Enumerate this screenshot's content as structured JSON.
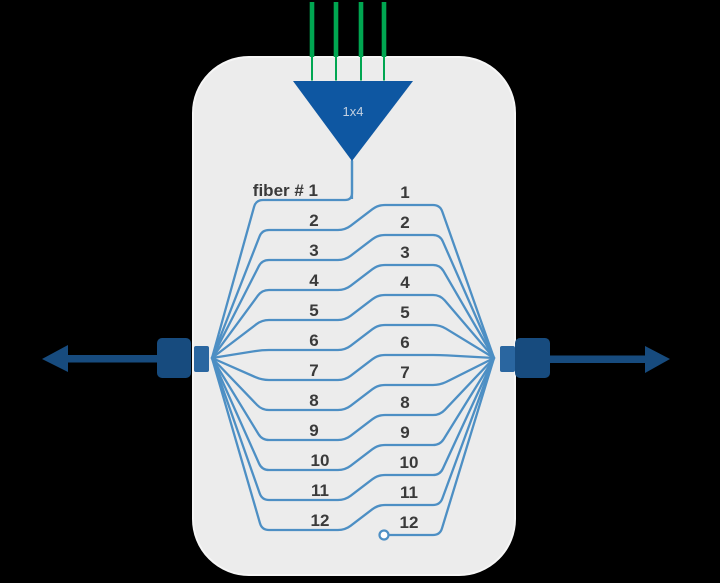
{
  "colors": {
    "background": "#000000",
    "module_fill": "#ececec",
    "module_edge": "#f6f6f6",
    "fiber_line": "#4d8fc4",
    "splitter_fill": "#0e57a2",
    "splitter_label_text": "#c3d0e0",
    "input_fiber_green": "#00a651",
    "connector_blue": "#174b7e",
    "ferrule_blue": "#2a66a0",
    "label_text": "#3a3a3a",
    "stub_marker_fill": "#ffffff"
  },
  "splitter": {
    "label": "1x4",
    "input_count": 4
  },
  "fibers": {
    "left_labels": [
      "fiber # 1",
      "2",
      "3",
      "4",
      "5",
      "6",
      "7",
      "8",
      "9",
      "10",
      "11",
      "12"
    ],
    "right_labels": [
      "1",
      "2",
      "3",
      "4",
      "5",
      "6",
      "7",
      "8",
      "9",
      "10",
      "11",
      "12"
    ]
  }
}
